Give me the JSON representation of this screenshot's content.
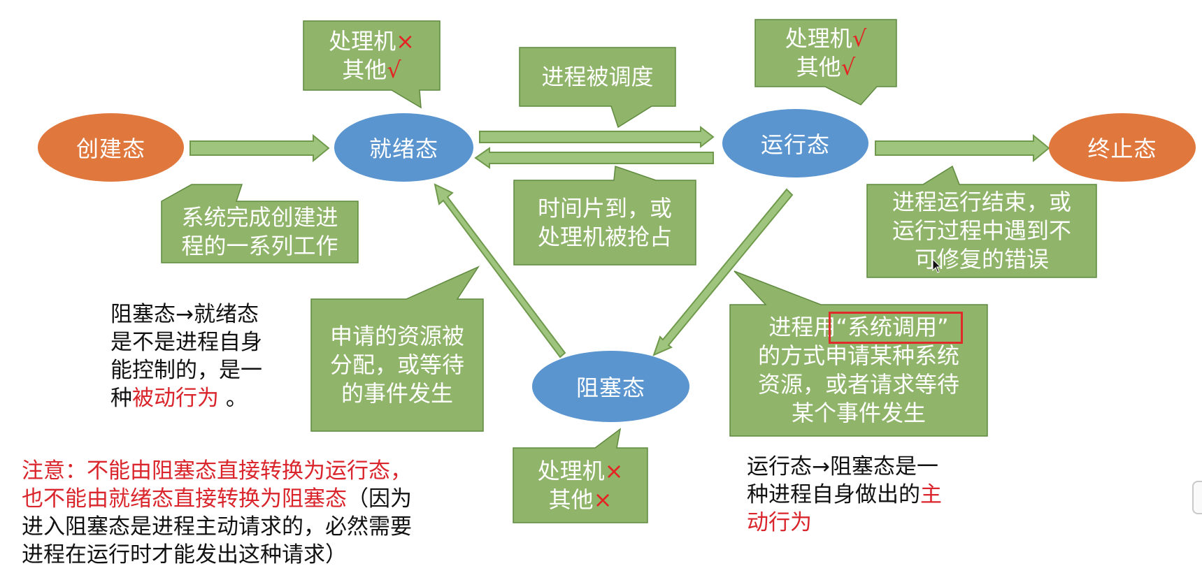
{
  "states": {
    "create": "创建态",
    "ready": "就绪态",
    "running": "运行态",
    "terminate": "终止态",
    "blocked": "阻塞态"
  },
  "callouts": {
    "ready_resources": {
      "line1": "处理机",
      "mark1": "×",
      "line2": "其他",
      "mark2": "√"
    },
    "running_resources": {
      "line1": "处理机",
      "mark1": "√",
      "line2": "其他",
      "mark2": "√"
    },
    "blocked_resources": {
      "line1": "处理机",
      "mark1": "×",
      "line2": "其他",
      "mark2": "×"
    },
    "dispatched": "进程被调度",
    "create_to_ready": [
      "系统完成创建进",
      "程的一系列工作"
    ],
    "timeslice": [
      "时间片到，或",
      "处理机被抢占"
    ],
    "terminate": [
      "进程运行结束，或",
      "运行过程中遇到不",
      "可修复的错误"
    ],
    "blocked_to_ready": [
      "申请的资源被",
      "分配，或等待",
      "的事件发生"
    ],
    "running_to_blocked": {
      "prefix": "进程用",
      "highlight": "“系统调用”",
      "lines": [
        "的方式申请某种系统",
        "资源，或者请求等待",
        "某个事件发生"
      ]
    }
  },
  "notes": {
    "passive": {
      "line1": "阻塞态→就绪态",
      "line2": "是不是进程自身",
      "line3": "能控制的，是一",
      "line4_pre": "种",
      "line4_red": "被动行为",
      "line4_post": " 。"
    },
    "active": {
      "line1": "运行态→阻塞态是一",
      "line2_pre": "种进程自身做出的",
      "line2_red": "主",
      "line3_red": "动行为"
    },
    "warning": {
      "line1_red": "注意：不能由阻塞态直接转换为运行态，",
      "line2_red": "也不能由就绪态直接转换为阻塞态",
      "line2_black": "（因为",
      "line3": "进入阻塞态是进程主动请求的，必然需要",
      "line4": "进程在运行时才能发出这种请求）"
    }
  },
  "colors": {
    "state_orange": "#e0783e",
    "state_blue": "#5a95cf",
    "callout_green": "#8fb46a",
    "callout_border": "#5f8a3f",
    "arrow_fill": "#9fc47d",
    "accent_red": "#e52323"
  }
}
